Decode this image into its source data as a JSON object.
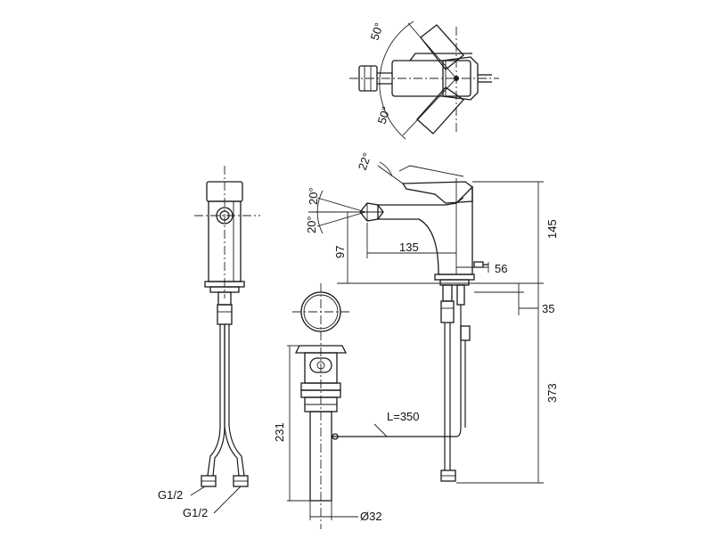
{
  "colors": {
    "line": "#1a1a1a",
    "background": "#ffffff"
  },
  "top_view": {
    "angle_upper": "50°",
    "angle_lower": "50°"
  },
  "side_view": {
    "angle_handle": "22°",
    "angle_spray_upper": "20°",
    "angle_spray_lower": "20°",
    "dim_height_97": "97",
    "dim_reach_135": "135",
    "dim_56": "56",
    "dim_145": "145",
    "dim_35": "35",
    "dim_373": "373",
    "dim_hose_length": "L=350"
  },
  "front_view": {
    "thread_left": "G1/2",
    "thread_right": "G1/2"
  },
  "waste": {
    "dim_231": "231",
    "dim_diameter": "Ø32"
  }
}
